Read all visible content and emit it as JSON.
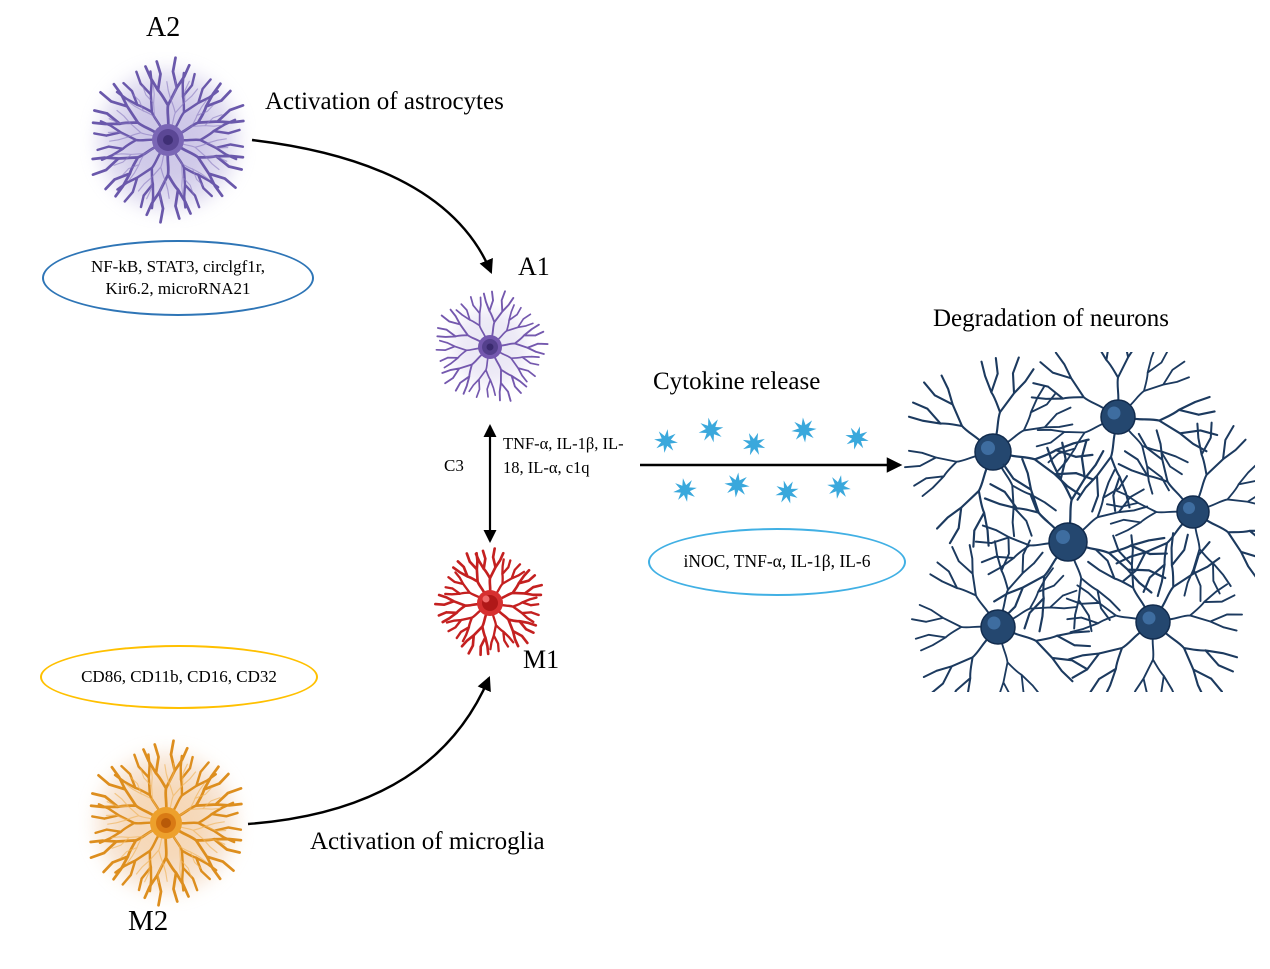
{
  "diagram": {
    "cells": {
      "a2_label": "A2",
      "a1_label": "A1",
      "m1_label": "M1",
      "m2_label": "M2"
    },
    "annotations": {
      "activation_astrocytes": "Activation of astrocytes",
      "activation_microglia": "Activation of microglia",
      "cytokine_release": "Cytokine release",
      "degradation_neurons": "Degradation of neurons",
      "c3_label": "C3",
      "cytokine_list": "TNF-α, IL-1β, IL-18, IL-α, c1q"
    },
    "marker_ellipses": {
      "astrocyte_markers": {
        "text": "NF-kB, STAT3, circlgf1r, Kir6.2, microRNA21",
        "border_color": "#2e75b6"
      },
      "microglia_markers": {
        "text": "CD86, CD11b, CD16, CD32",
        "border_color": "#ffc000"
      },
      "released_cytokines": {
        "text": "iNOC, TNF-α, IL-1β, IL-6",
        "border_color": "#41b0e4"
      }
    },
    "colors": {
      "a2_astrocyte": "#6a58ab",
      "a1_astrocyte": "#7458ae",
      "m1_microglia": "#c42020",
      "m2_microglia": "#dd8e1e",
      "neurons": "#1c3a5f",
      "cytokine_star": "#3aa8dc",
      "arrow": "#000000"
    }
  }
}
